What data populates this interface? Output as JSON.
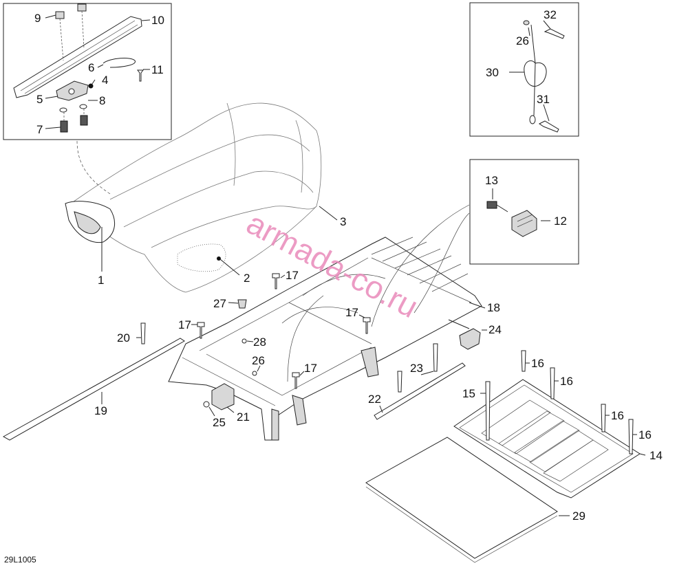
{
  "diagram": {
    "callouts": [
      "1",
      "2",
      "3",
      "4",
      "5",
      "6",
      "7",
      "8",
      "9",
      "10",
      "11",
      "12",
      "13",
      "14",
      "15",
      "16",
      "17",
      "18",
      "19",
      "20",
      "21",
      "22",
      "23",
      "24",
      "25",
      "26",
      "27",
      "28",
      "29",
      "30",
      "31",
      "32"
    ],
    "drawing_code": "29L1005",
    "watermark": "armada-co.ru"
  }
}
